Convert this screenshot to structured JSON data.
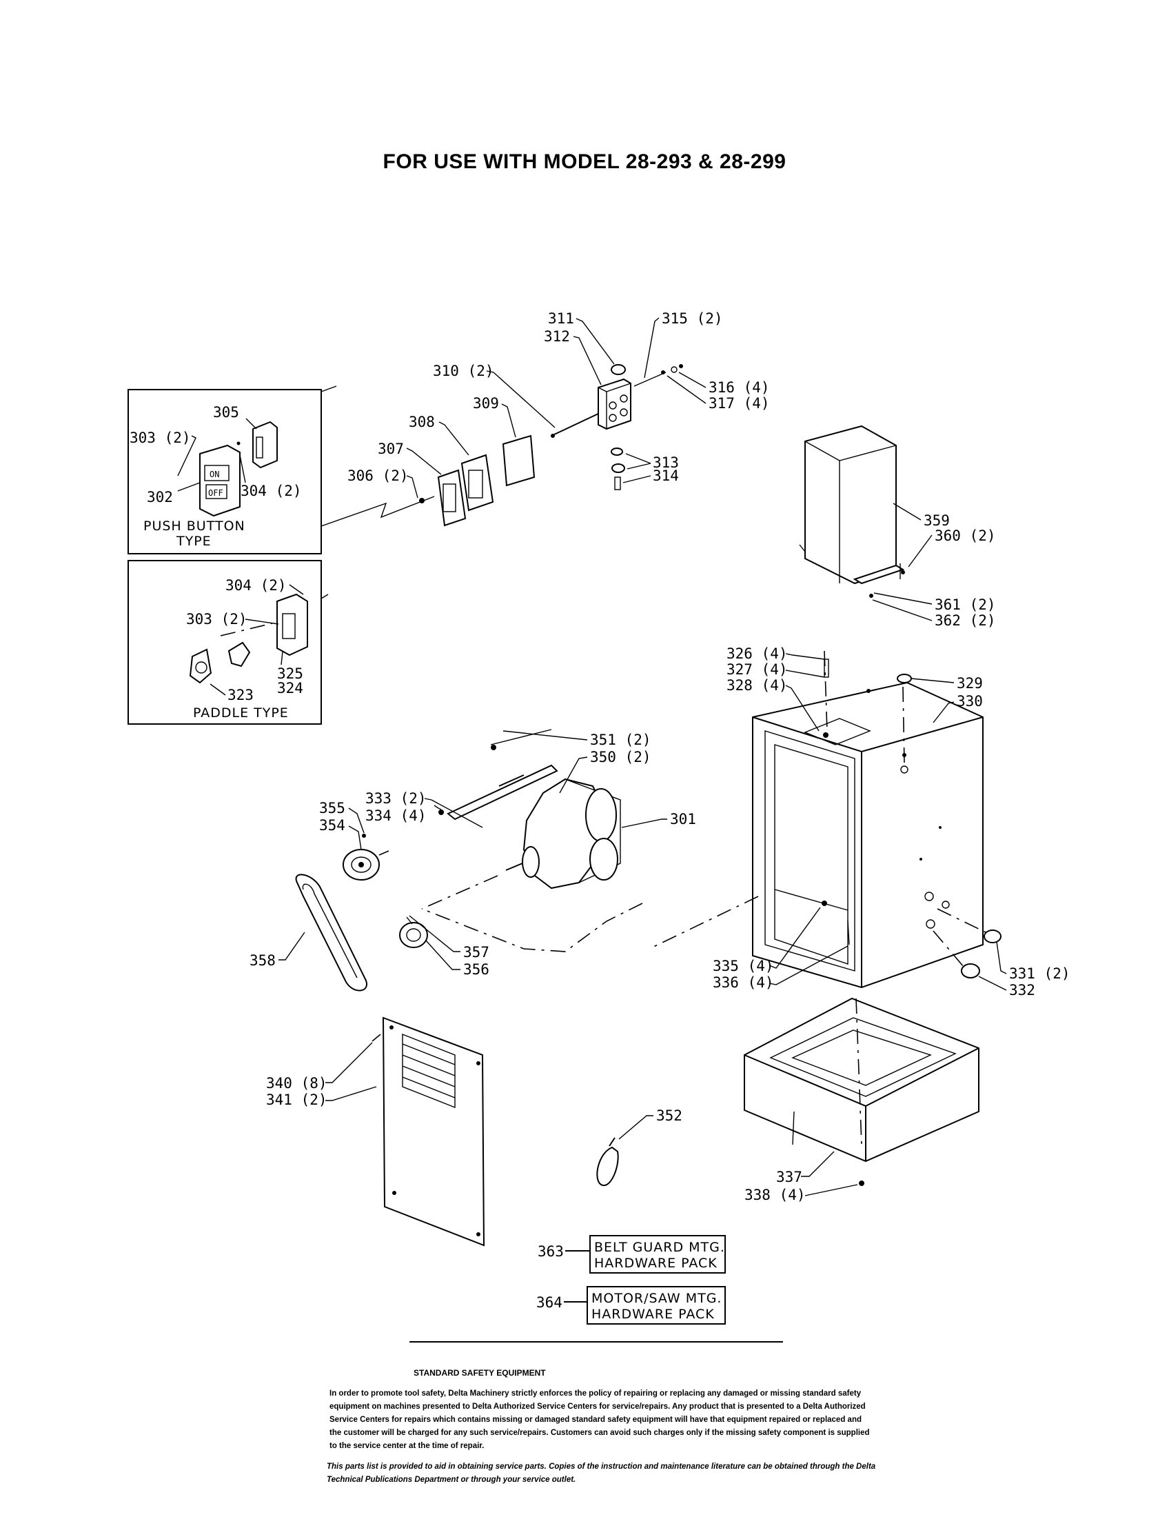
{
  "title": "FOR USE WITH MODEL 28-293 & 28-299",
  "insets": {
    "push_button": "PUSH BUTTON\nTYPE",
    "push_button_line1": "PUSH BUTTON",
    "push_button_line2": "TYPE",
    "paddle_line1": "PADDLE TYPE"
  },
  "callouts": {
    "c301": "301",
    "c302": "302",
    "c303a": "303 (2)",
    "c303b": "303 (2)",
    "c304a": "304 (2)",
    "c304b": "304 (2)",
    "c305": "305",
    "c306": "306 (2)",
    "c307": "307",
    "c308": "308",
    "c309": "309",
    "c310": "310 (2)",
    "c311": "311",
    "c312": "312",
    "c313": "313",
    "c314": "314",
    "c315": "315 (2)",
    "c316": "316 (4)",
    "c317": "317 (4)",
    "c323": "323",
    "c324": "324",
    "c325": "325",
    "c326": "326 (4)",
    "c327": "327 (4)",
    "c328": "328 (4)",
    "c329": "329",
    "c330": "330",
    "c331": "331 (2)",
    "c332": "332",
    "c333": "333 (2)",
    "c334": "334 (4)",
    "c335": "335 (4)",
    "c336": "336 (4)",
    "c337": "337",
    "c338": "338 (4)",
    "c340": "340 (8)",
    "c341": "341 (2)",
    "c350": "350 (2)",
    "c351": "351 (2)",
    "c352": "352",
    "c354": "354",
    "c355": "355",
    "c356": "356",
    "c357": "357",
    "c358": "358",
    "c359": "359",
    "c360": "360 (2)",
    "c361": "361 (2)",
    "c362": "362 (2)",
    "c363": "363",
    "c364": "364"
  },
  "packs": {
    "belt_line1": "BELT GUARD MTG.",
    "belt_line2": "HARDWARE PACK",
    "motor_line1": "MOTOR/SAW MTG.",
    "motor_line2": "HARDWARE PACK"
  },
  "safety": {
    "heading": "STANDARD SAFETY EQUIPMENT",
    "body": "In order to promote tool safety, Delta Machinery strictly enforces the policy of repairing or replacing any damaged or missing standard safety equipment on machines presented to Delta Authorized Service Centers for service/repairs. Any product that is presented to a Delta Authorized Service Centers for repairs which contains missing or damaged standard safety equipment will have that equipment repaired or replaced and the customer will be charged for any such service/repairs. Customers can avoid such charges only if the missing safety component is supplied to the service center at the time of repair.",
    "footnote": "This parts list is provided to aid in obtaining service parts. Copies of the instruction and maintenance literature can be obtained through the Delta Technical Publications Department or through your service outlet."
  }
}
